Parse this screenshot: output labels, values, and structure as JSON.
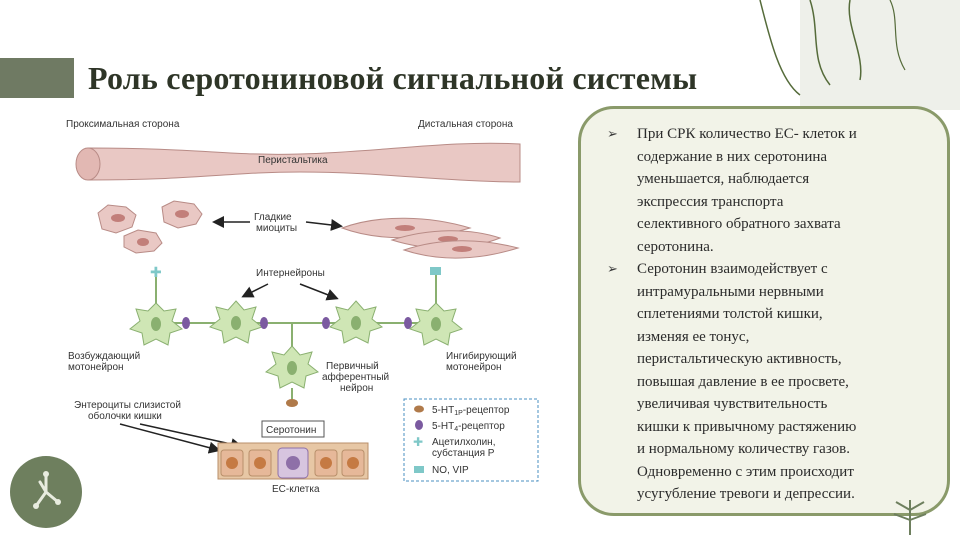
{
  "title": "Роль серотониновой сигнальной системы",
  "diagram": {
    "proximal": "Проксимальная сторона",
    "distal": "Дистальная сторона",
    "peristalsis": "Перистальтика",
    "smooth_myocytes_1": "Гладкие",
    "smooth_myocytes_2": "миоциты",
    "interneurons": "Интернейроны",
    "excitatory_1": "Возбуждающий",
    "excitatory_2": "мотонейрон",
    "inhibitory_1": "Ингибирующий",
    "inhibitory_2": "мотонейрон",
    "primary_1": "Первичный",
    "primary_2": "афферентный",
    "primary_3": "нейрон",
    "enterocytes_1": "Энтероциты слизистой",
    "enterocytes_2": "оболочки кишки",
    "serotonin": "Серотонин",
    "ec_cell": "ЕС-клетка",
    "legend": [
      {
        "symbol": "5-HT",
        "sub": "1P",
        "suffix": "-рецептор",
        "color": "#b07a4a"
      },
      {
        "symbol": "5-HT",
        "sub": "4",
        "suffix": "-рецептор",
        "color": "#7b5aa0"
      },
      {
        "symbol": "Ацетилхолин,",
        "sub": "",
        "suffix": "",
        "color": "#7fc8c8"
      },
      {
        "symbol": "субстанция P",
        "sub": "",
        "suffix": "",
        "color": ""
      },
      {
        "symbol": "NO, VIP",
        "sub": "",
        "suffix": "",
        "color": "#7fc8c8"
      }
    ]
  },
  "bullets": [
    [
      "При СРК количество ЕС- клеток и",
      "содержание в них серотонина",
      "уменьшается, наблюдается",
      "экспрессия транспорта",
      "селективного обратного захвата",
      "серотонина."
    ],
    [
      "Серотонин взаимодействует с",
      "интрамуральными нервными",
      "сплетениями толстой кишки,",
      "изменяя ее тонус,",
      "перистальтическую активность,",
      "повышая давление в ее просвете,",
      "увеличивая чувствительность",
      "кишки к привычному растяжению",
      "и нормальному количеству газов.",
      "Одновременно с этим происходит",
      "усугубление тревоги и депрессии."
    ]
  ],
  "bullet_glyph": "➢",
  "colors": {
    "accent": "#6f7a63",
    "panel_border": "#8a9a6a",
    "neuron": "#cfe6b5",
    "muscle": "#e9c8c4"
  }
}
